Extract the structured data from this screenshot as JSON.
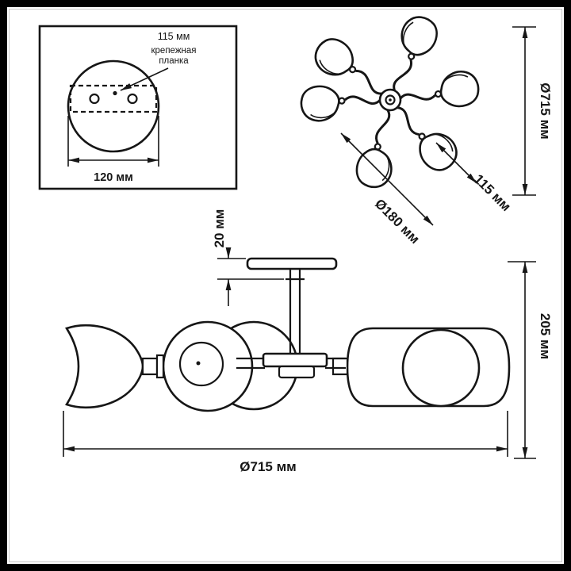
{
  "page": {
    "background": "#ffffff",
    "frame_color": "#000000",
    "line_color": "#161616"
  },
  "inset": {
    "dim_bracket": "115 мм",
    "bracket_label_line1": "крепежная",
    "bracket_label_line2": "планка",
    "dim_plate_width": "120 мм"
  },
  "top_view": {
    "dim_overall_diameter": "Ø715 мм",
    "dim_shade_length": "115 мм",
    "dim_base_circle": "Ø180 мм"
  },
  "side_view": {
    "dim_canopy_height": "20 мм",
    "dim_total_height": "205 мм",
    "dim_overall_diameter": "Ø715 мм"
  }
}
